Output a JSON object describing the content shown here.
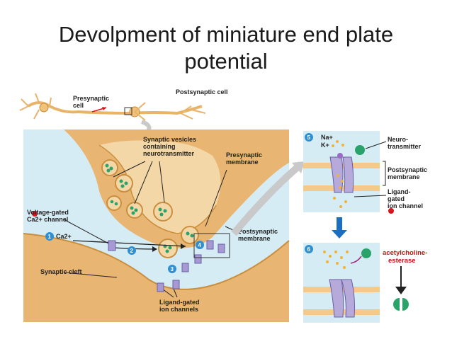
{
  "slide": {
    "title_line1": "Devolpment of miniature end plate",
    "title_line2": "potential"
  },
  "labels": {
    "presynaptic_cell": [
      "Presynaptic",
      "cell"
    ],
    "postsynaptic_cell": "Postsynaptic cell",
    "synaptic_vesicles": [
      "Synaptic vesicles",
      "containing",
      "neurotransmitter"
    ],
    "presynaptic_membrane": [
      "Presynaptic",
      "membrane"
    ],
    "voltage_gated": [
      "Voltage-gated",
      "Ca2+ channel"
    ],
    "ca": "Ca2+",
    "postsynaptic_membrane": [
      "Postsynaptic",
      "membrane"
    ],
    "synaptic_cleft": "Synaptic cleft",
    "ligand_gated_channels": [
      "Ligand-gated",
      "ion channels"
    ],
    "na": "Na+",
    "k": "K+",
    "neurotransmitter": [
      "Neuro-",
      "transmitter"
    ],
    "postsynaptic_membrane_right": [
      "Postsynaptic",
      "membrane"
    ],
    "ligand_gated_right": [
      "Ligand-",
      "gated",
      "ion channel"
    ],
    "acetylcholinesterase": [
      "acetylcholine-",
      "esterase"
    ]
  },
  "steps": [
    "1",
    "2",
    "3",
    "4",
    "5",
    "6"
  ],
  "colors": {
    "panel_bg": "#d6ecf5",
    "axon": "#e8b672",
    "axon_light": "#f4d7a6",
    "vesicle_green": "#2aa36b",
    "channel": "#a79ad3",
    "step_blue": "#2f8fd2",
    "red_dot": "#d8141e",
    "ache_red": "#cc1111",
    "arrow_blue": "#1c6fc0"
  }
}
